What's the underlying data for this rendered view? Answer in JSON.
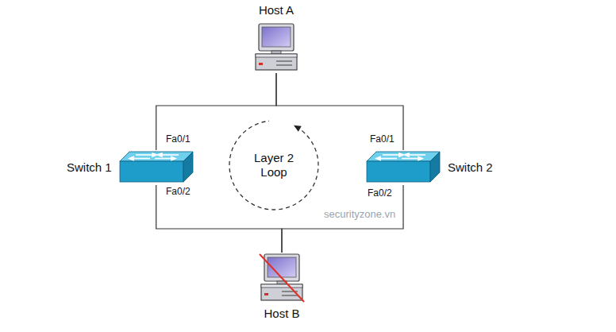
{
  "diagram": {
    "nodes": [
      {
        "text": [
          "Host A"
        ]
      },
      {
        "text": [
          "Switch 1"
        ]
      },
      {
        "text": [
          "Switch 2"
        ]
      },
      {
        "text": [
          "Host B"
        ]
      }
    ],
    "edges": [
      {
        "from": 0,
        "to": 1,
        "arrow": "none"
      },
      {
        "from": 0,
        "to": 2,
        "arrow": "none"
      },
      {
        "from": 1,
        "to": 3,
        "arrow": "none"
      },
      {
        "from": 2,
        "to": 3,
        "arrow": "none"
      }
    ],
    "labels": [
      "Fa0/1",
      "Fa0/2",
      "Fa0/1",
      "Fa0/2",
      "Layer 2 Loop",
      "securityzone.vn"
    ]
  }
}
